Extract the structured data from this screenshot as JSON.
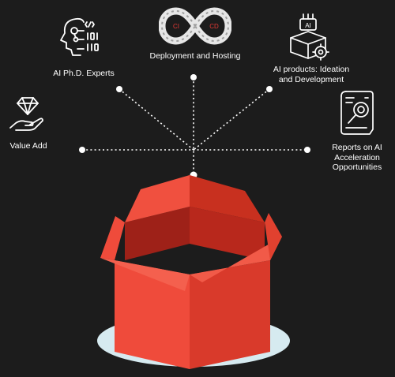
{
  "diagram": {
    "nodes": [
      {
        "id": "value-add",
        "label": "Value Add",
        "icon": "hand-diamond-icon"
      },
      {
        "id": "phd-experts",
        "label": "AI Ph.D. Experts",
        "icon": "ai-head-icon"
      },
      {
        "id": "deployment",
        "label": "Deployment and Hosting",
        "icon": "ci-cd-infinity-icon"
      },
      {
        "id": "ai-products",
        "label": "AI products: Ideation\nand Development",
        "icon": "ai-box-gear-icon"
      },
      {
        "id": "reports",
        "label": "Reports on AI\nAcceleration\nOpportunities",
        "icon": "report-magnifier-icon"
      }
    ],
    "cicd": {
      "left": "CI",
      "right": "CD"
    },
    "ai_box_text": "AI",
    "center": {
      "icon": "open-box-icon"
    },
    "colors": {
      "background": "#1c1c1c",
      "box_front": "#ef4b3b",
      "box_side": "#d93a2b",
      "flap": "#f15a48",
      "shadow": "#d6eaf0",
      "line": "#ffffff",
      "cicd_accent": "#e53935"
    }
  }
}
